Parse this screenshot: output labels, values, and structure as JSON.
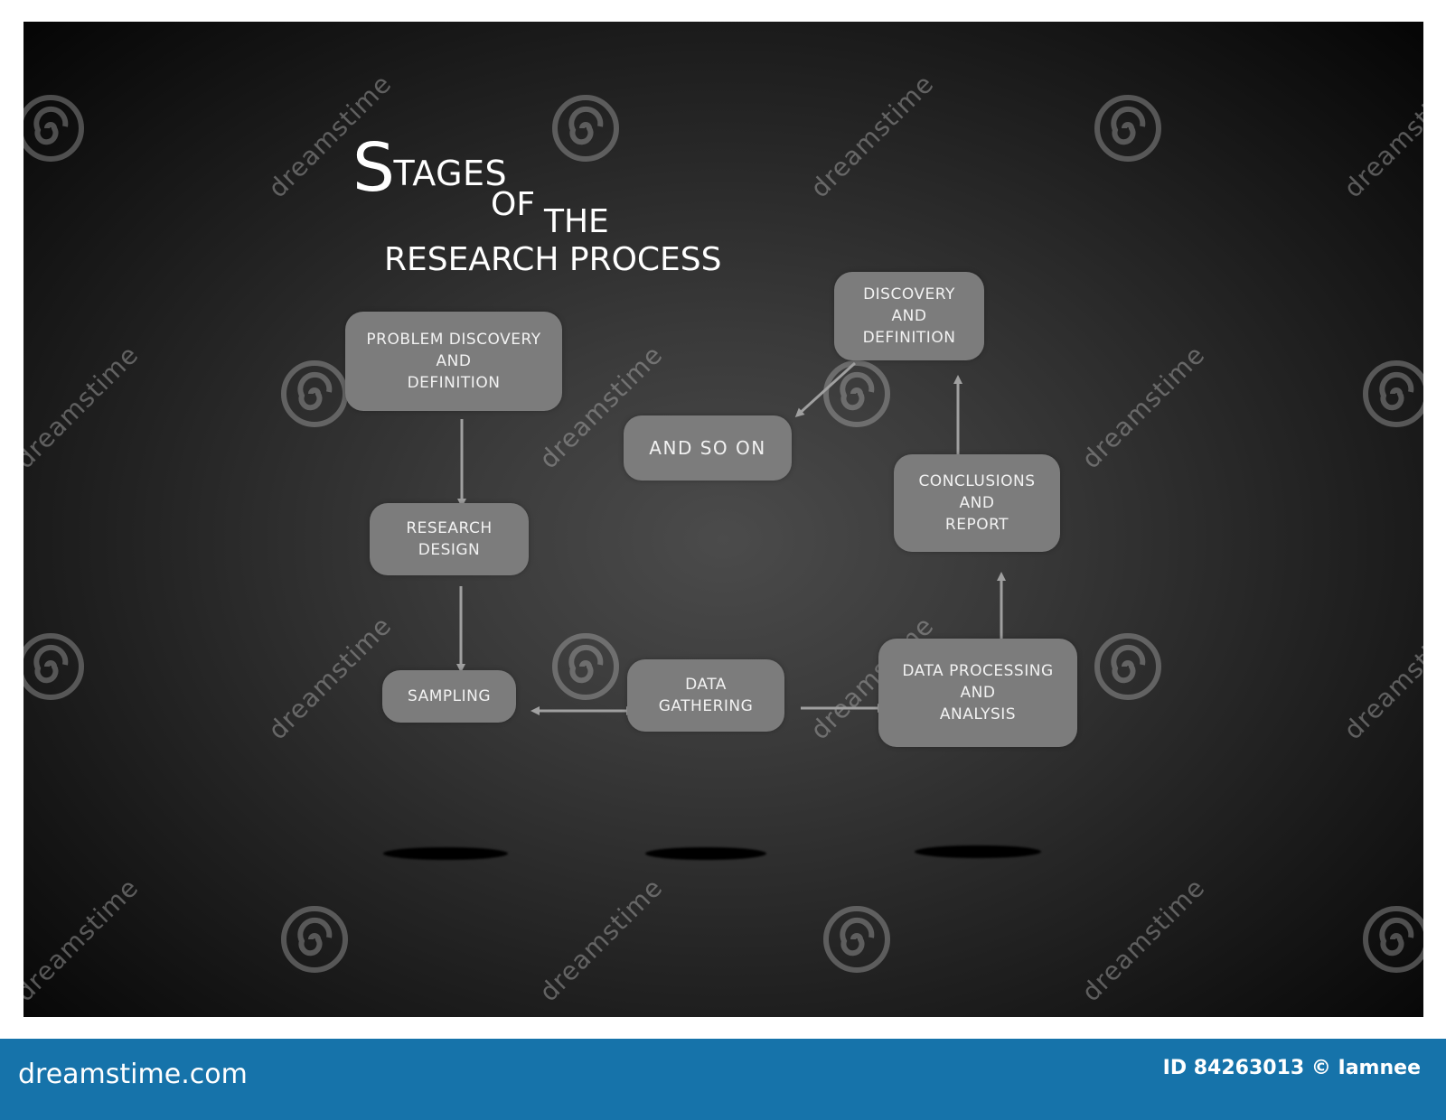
{
  "title": {
    "stages": "TAGES",
    "stages_initial": "S",
    "of": "OF",
    "the": "THE",
    "research_process": "RESEARCH PROCESS"
  },
  "nodes": {
    "problem_discovery": "PROBLEM DISCOVERY\nAND\nDEFINITION",
    "research_design": "RESEARCH\nDESIGN",
    "sampling": "SAMPLING",
    "data_gathering": "DATA\nGATHERING",
    "data_processing": "DATA PROCESSING\nAND\nANALYSIS",
    "conclusions": "CONCLUSIONS\nAND\nREPORT",
    "discovery": "DISCOVERY\nAND\nDEFINITION",
    "and_so_on": "AND SO ON"
  },
  "watermark": {
    "text": "dreamstime",
    "icon": "spiral-icon"
  },
  "footer": {
    "logo": "dreamstime.com",
    "id_credit": "ID 84263013 © Iamnee"
  },
  "colors": {
    "board": "#2f2f2f",
    "node": "#7c7c7c",
    "arrow": "#9a9a9a",
    "footer": "#1673aa"
  }
}
